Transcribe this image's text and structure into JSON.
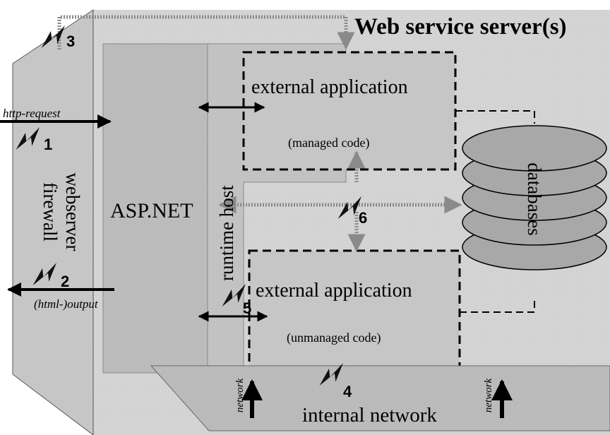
{
  "title": "Web service server(s)",
  "labels": {
    "firewall_line1": "webserver",
    "firewall_line2": "firewall",
    "http_request": "http-request",
    "html_output": "(html-)output",
    "aspnet": "ASP.NET",
    "runtime_host": "runtime host",
    "databases": "databases",
    "internal_network": "internal network",
    "network_left": "network",
    "network_right": "network"
  },
  "apps": [
    {
      "title": "external application",
      "subtitle": "(managed code)"
    },
    {
      "title": "external application",
      "subtitle": "(unmanaged code)"
    }
  ],
  "threats": [
    "1",
    "2",
    "3",
    "4",
    "5",
    "6"
  ],
  "icons": {
    "threat": "lightning-bolt-icon"
  },
  "colors": {
    "server": "#d6d6d6",
    "aspnet": "#bdbdbd",
    "app_box": "#c6c6c6",
    "database": "#a8a8a8",
    "threat_bolt": "#111111",
    "line": "#000000"
  }
}
